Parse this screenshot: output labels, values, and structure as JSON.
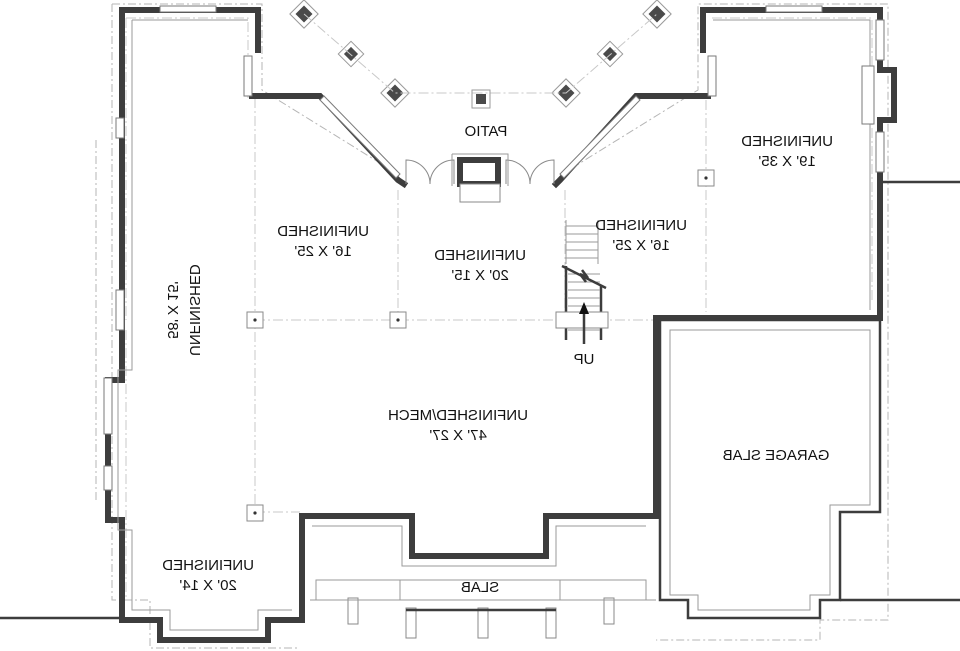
{
  "plan": {
    "view": "basement floor plan (mirrored)",
    "colors": {
      "wall": "#3d3d3d",
      "outline": "#9a9a9a",
      "dashed": "#b5b5b5",
      "text": "#111111",
      "background": "#ffffff"
    },
    "rooms": [
      {
        "id": "patio",
        "name": "PATIO",
        "dims": ""
      },
      {
        "id": "unfinished-right-top",
        "name": "UNFINISHED",
        "dims": "19' X 35'"
      },
      {
        "id": "unfinished-left-tall",
        "name": "UNFINISHED",
        "dims": "58' X 15'"
      },
      {
        "id": "unfinished-left-mid",
        "name": "UNFINISHED",
        "dims": "16' X 25'"
      },
      {
        "id": "unfinished-center",
        "name": "UNFINISHED",
        "dims": "20' X 15'"
      },
      {
        "id": "unfinished-stair",
        "name": "UNFINISHED",
        "dims": "16' X 25'"
      },
      {
        "id": "unfinished-mech",
        "name": "UNFINISHED/MECH",
        "dims": "47' X 27'"
      },
      {
        "id": "garage-slab",
        "name": "GARAGE SLAB",
        "dims": ""
      },
      {
        "id": "unfinished-bottom-left",
        "name": "UNFINISHED",
        "dims": "20' X 14'"
      },
      {
        "id": "slab",
        "name": "SLAB",
        "dims": ""
      }
    ],
    "stair": {
      "label": "UP",
      "direction": "up-arrow"
    }
  }
}
